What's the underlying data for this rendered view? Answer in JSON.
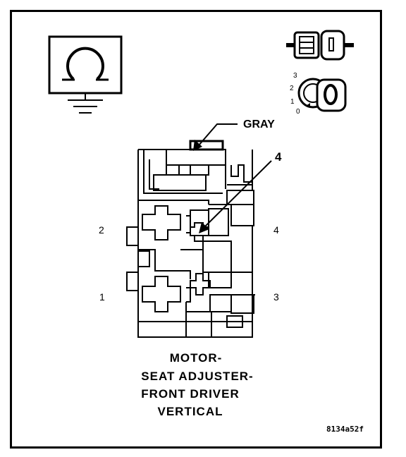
{
  "connector": {
    "wire_color_label": "GRAY",
    "callout_number": "4",
    "pin_labels": {
      "pin2": "2",
      "pin4": "4",
      "pin1": "1",
      "pin3": "3"
    }
  },
  "ignition_switch": {
    "positions": [
      "3",
      "2",
      "1",
      "0"
    ]
  },
  "caption": {
    "line1": "MOTOR-",
    "line2": "SEAT ADJUSTER-",
    "line3": "FRONT DRIVER",
    "line4": "VERTICAL"
  },
  "figure_id": "8134a52f"
}
